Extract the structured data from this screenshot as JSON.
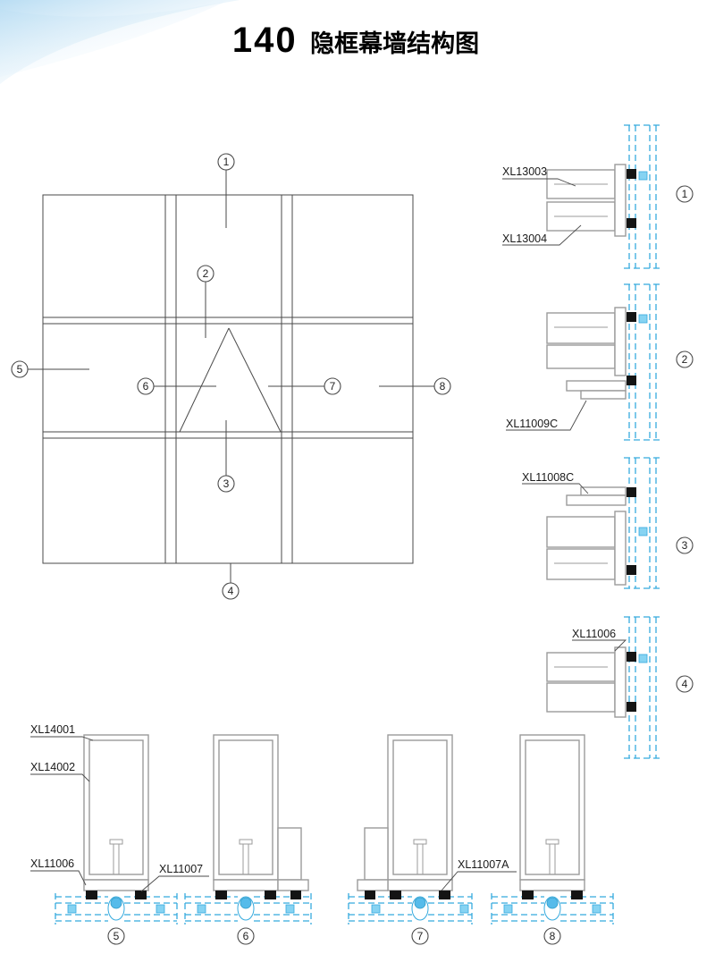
{
  "title": {
    "number": "140",
    "text": "隐框幕墙结构图"
  },
  "markers": {
    "m1": "1",
    "m2": "2",
    "m3": "3",
    "m4": "4",
    "m5": "5",
    "m6": "6",
    "m7": "7",
    "m8": "8"
  },
  "part_labels": {
    "xl13003": "XL13003",
    "xl13004": "XL13004",
    "xl11009c": "XL11009C",
    "xl11008c": "XL11008C",
    "xl11006_d4": "XL11006",
    "xl14001": "XL14001",
    "xl14002": "XL14002",
    "xl11006_b": "XL11006",
    "xl11007": "XL11007",
    "xl11007a": "XL11007A"
  },
  "colors": {
    "glass": "#35aade",
    "profile": "#9b9b9b",
    "gasket": "#141414",
    "bolt": "#56bbea",
    "line": "#4a4a4a",
    "swoosh": "#b9ddf3"
  }
}
